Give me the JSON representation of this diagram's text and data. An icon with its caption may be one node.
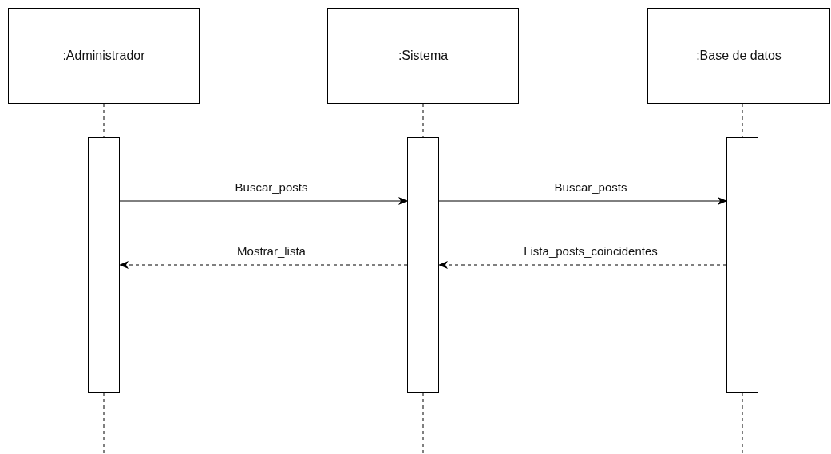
{
  "diagram": {
    "nodes": [
      {
        "text": [
          ":Administrador"
        ]
      },
      {
        "text": [
          ":Sistema"
        ]
      },
      {
        "text": [
          ":Base de datos"
        ]
      },
      {
        "text": [],
        "shape": "bar"
      },
      {
        "text": [],
        "shape": "bar"
      },
      {
        "text": [],
        "shape": "bar"
      }
    ],
    "edges": [
      {
        "from": 0,
        "to": 3,
        "arrow": "none",
        "style": "dashed"
      },
      {
        "from": 1,
        "to": 4,
        "arrow": "none",
        "style": "dashed"
      },
      {
        "from": 2,
        "to": 5,
        "arrow": "none",
        "style": "dashed"
      },
      {
        "from": 3,
        "to": 4,
        "arrow": "to",
        "label": "Buscar_posts"
      },
      {
        "from": 4,
        "to": 5,
        "arrow": "to",
        "label": "Buscar_posts"
      },
      {
        "from": 4,
        "to": 3,
        "arrow": "to",
        "label": "Mostrar_lista",
        "style": "dashed"
      },
      {
        "from": 5,
        "to": 4,
        "arrow": "to",
        "label": "Lista_posts_coincidentes",
        "style": "dashed"
      },
      {
        "from": 3,
        "to": null,
        "arrow": "none",
        "style": "dashed"
      },
      {
        "from": 4,
        "to": null,
        "arrow": "none",
        "style": "dashed"
      },
      {
        "from": 5,
        "to": null,
        "arrow": "none",
        "style": "dashed"
      }
    ]
  }
}
